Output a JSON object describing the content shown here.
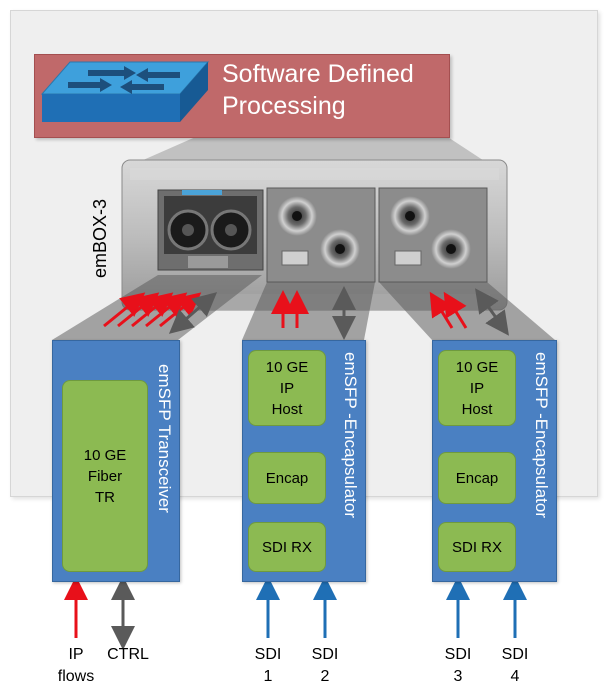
{
  "banner": {
    "title_line1": "Software Defined",
    "title_line2": "Processing"
  },
  "device": {
    "label": "emBOX-3"
  },
  "modules": [
    {
      "side_label": "emSFP Transceiver",
      "blocks": [
        "10 GE",
        "Fiber",
        "TR"
      ]
    },
    {
      "side_label": "emSFP -Encapsulator",
      "blocks": [
        [
          "10 GE",
          "IP",
          "Host"
        ],
        "Encap",
        "SDI RX"
      ]
    },
    {
      "side_label": "emSFP -Encapsulator",
      "blocks": [
        [
          "10 GE",
          "IP",
          "Host"
        ],
        "Encap",
        "SDI RX"
      ]
    }
  ],
  "inputs": {
    "ip_flows": [
      "IP",
      "flows"
    ],
    "ctrl": "CTRL",
    "sdi1": [
      "SDI",
      "1"
    ],
    "sdi2": [
      "SDI",
      "2"
    ],
    "sdi3": [
      "SDI",
      "3"
    ],
    "sdi4": [
      "SDI",
      "4"
    ]
  },
  "colors": {
    "module_blue": "#4a80c2",
    "block_green": "#8cba52",
    "banner_red": "#c0696a",
    "arrow_red": "#e8101a",
    "arrow_blue": "#1f6fb5",
    "arrow_gray": "#5a5a5a"
  }
}
